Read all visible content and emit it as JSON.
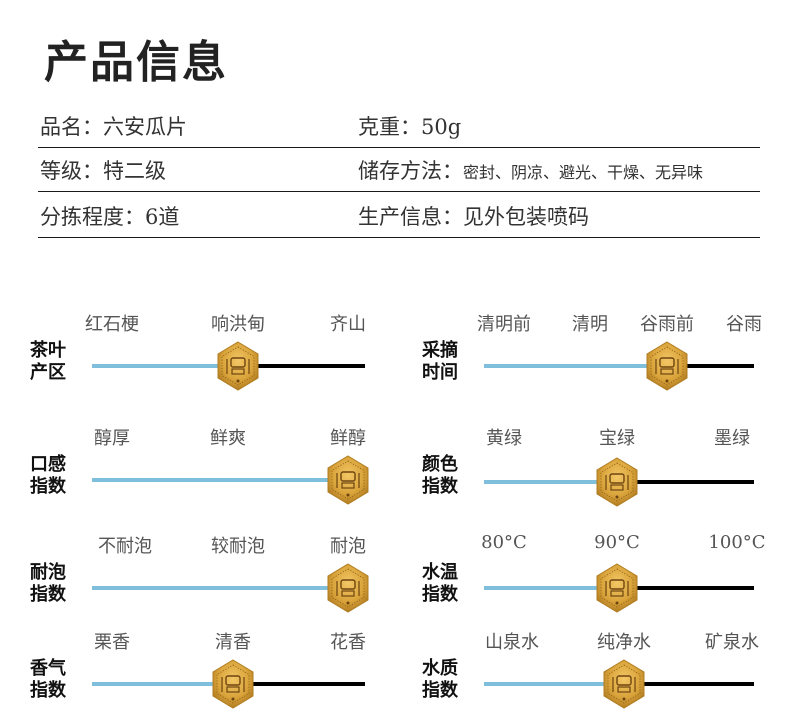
{
  "title": "产品信息",
  "info": {
    "rows": [
      {
        "left_label": "品名：",
        "left_value": "六安瓜片",
        "right_label": "克重：",
        "right_value": "50g"
      },
      {
        "left_label": "等级：",
        "left_value": "特二级",
        "right_label": "储存方法：",
        "right_value": "密封、阴凉、避光、干燥、无异味"
      },
      {
        "left_label": "分拣程度：",
        "left_value": "6道",
        "right_label": "生产信息：",
        "right_value": "见外包装喷码"
      }
    ]
  },
  "colors": {
    "track_filled": "#7fbfdc",
    "track_rest": "#000000",
    "thumb": "#d9a33a"
  },
  "sliders": [
    {
      "id": "origin",
      "label_line1": "茶叶",
      "label_line2": "产区",
      "options": [
        "红石梗",
        "响洪甸",
        "齐山"
      ],
      "selected_index": 1,
      "thumb_icon": "gold-badge-icon"
    },
    {
      "id": "picking-time",
      "label_line1": "采摘",
      "label_line2": "时间",
      "options": [
        "清明前",
        "清明",
        "谷雨前",
        "谷雨"
      ],
      "selected_index": 2,
      "thumb_icon": "gold-badge-icon"
    },
    {
      "id": "taste",
      "label_line1": "口感",
      "label_line2": "指数",
      "options": [
        "醇厚",
        "鲜爽",
        "鲜醇"
      ],
      "selected_index": 2,
      "thumb_icon": "gold-badge-icon"
    },
    {
      "id": "color",
      "label_line1": "颜色",
      "label_line2": "指数",
      "options": [
        "黄绿",
        "宝绿",
        "墨绿"
      ],
      "selected_index": 1,
      "thumb_icon": "gold-badge-icon"
    },
    {
      "id": "steeping",
      "label_line1": "耐泡",
      "label_line2": "指数",
      "options": [
        "不耐泡",
        "较耐泡",
        "耐泡"
      ],
      "selected_index": 2,
      "thumb_icon": "gold-badge-icon"
    },
    {
      "id": "water-temp",
      "label_line1": "水温",
      "label_line2": "指数",
      "options": [
        "80°C",
        "90°C",
        "100°C"
      ],
      "selected_index": 1,
      "thumb_icon": "gold-badge-icon"
    },
    {
      "id": "aroma",
      "label_line1": "香气",
      "label_line2": "指数",
      "options": [
        "栗香",
        "清香",
        "花香"
      ],
      "selected_index": 1,
      "thumb_icon": "gold-badge-icon"
    },
    {
      "id": "water-quality",
      "label_line1": "水质",
      "label_line2": "指数",
      "options": [
        "山泉水",
        "纯净水",
        "矿泉水"
      ],
      "selected_index": 1,
      "thumb_icon": "gold-badge-icon"
    }
  ]
}
